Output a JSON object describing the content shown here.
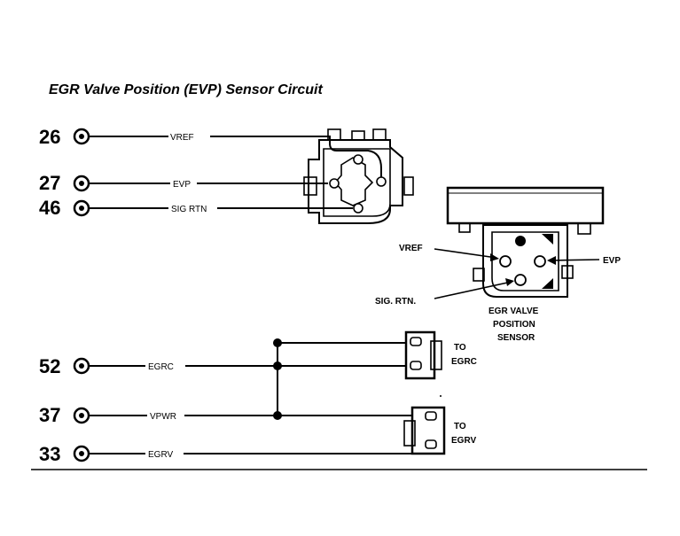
{
  "title": "EGR Valve Position (EVP) Sensor Circuit",
  "pins": {
    "p26": "26",
    "p27": "27",
    "p46": "46",
    "p52": "52",
    "p37": "37",
    "p33": "33"
  },
  "wires": {
    "vref": "VREF",
    "evp": "EVP",
    "sig_rtn": "SIG RTN",
    "egrc": "EGRC",
    "vpwr": "VPWR",
    "egrv": "EGRV"
  },
  "sensor_callouts": {
    "vref": "VREF",
    "evp": "EVP",
    "sig_rtn": "SIG. RTN."
  },
  "sensor_caption": [
    "EGR VALVE",
    "POSITION",
    "SENSOR"
  ],
  "egrc_connector": [
    "TO",
    "EGRC"
  ],
  "egrv_connector": [
    "TO",
    "EGRV"
  ]
}
